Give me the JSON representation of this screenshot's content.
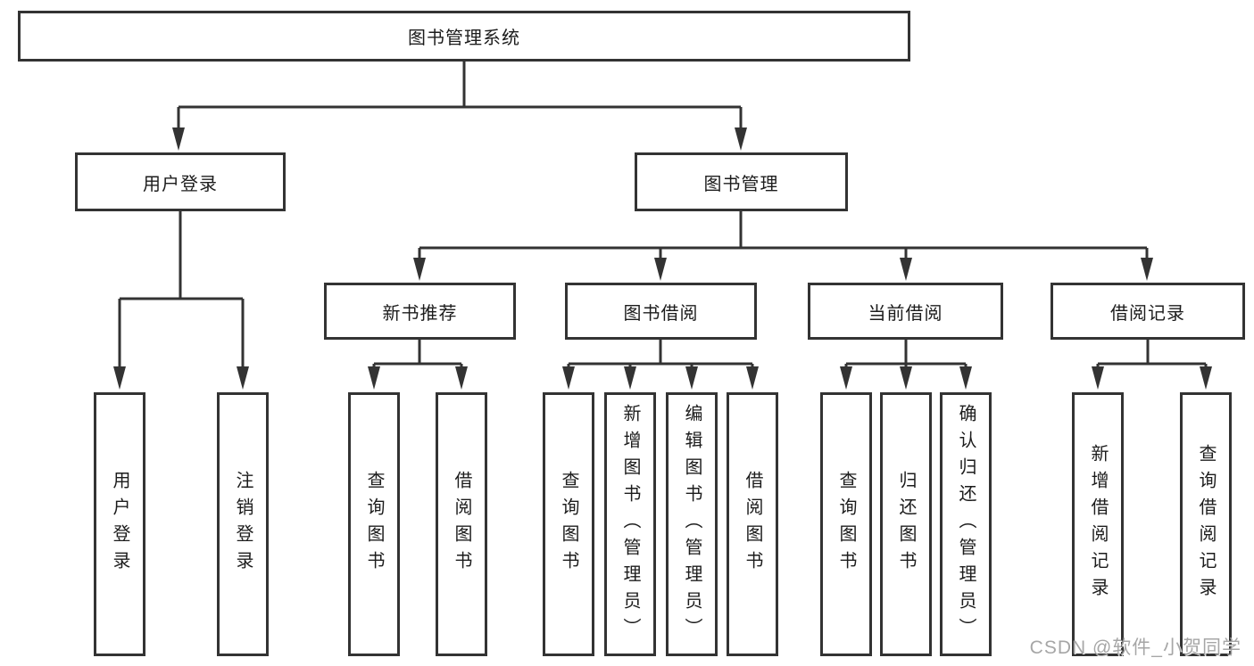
{
  "diagram": {
    "title": "图书管理系统",
    "branches": [
      {
        "label": "用户登录",
        "children": [
          "用户登录",
          "注销登录"
        ]
      },
      {
        "label": "图书管理",
        "groups": [
          {
            "label": "新书推荐",
            "children": [
              "查询图书",
              "借阅图书"
            ]
          },
          {
            "label": "图书借阅",
            "children": [
              "查询图书",
              "新增图书（管理员）",
              "编辑图书（管理员）",
              "借阅图书"
            ]
          },
          {
            "label": "当前借阅",
            "children": [
              "查询图书",
              "归还图书",
              "确认归还（管理员）"
            ]
          },
          {
            "label": "借阅记录",
            "children": [
              "新增借阅记录",
              "查询借阅记录"
            ]
          }
        ]
      }
    ]
  },
  "watermark": "CSDN @软件_小贺同学",
  "colors": {
    "line": "#333333",
    "text": "#1c1c1c",
    "box_background": "#ffffff",
    "watermark": "#9e9e9e"
  }
}
